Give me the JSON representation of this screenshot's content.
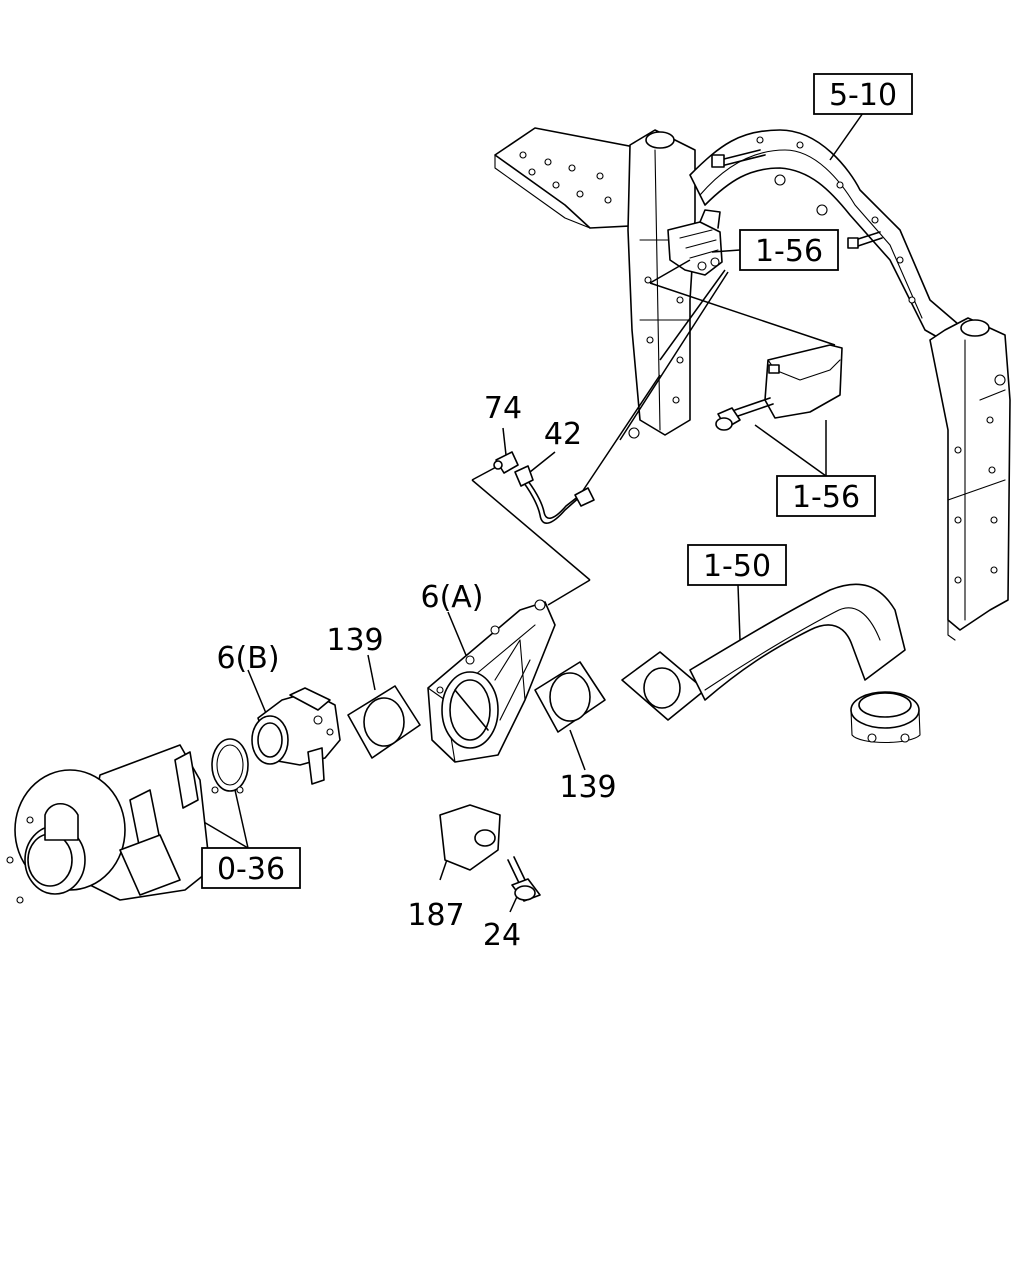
{
  "references": {
    "ref_5_10": "5-10",
    "ref_1_56_top": "1-56",
    "ref_1_56_bottom": "1-56",
    "ref_1_50": "1-50",
    "ref_0_36": "0-36"
  },
  "callouts": {
    "p74": "74",
    "p42": "42",
    "p6a": "6(A)",
    "p6b": "6(B)",
    "p139_left": "139",
    "p139_right": "139",
    "p187": "187",
    "p24": "24"
  }
}
